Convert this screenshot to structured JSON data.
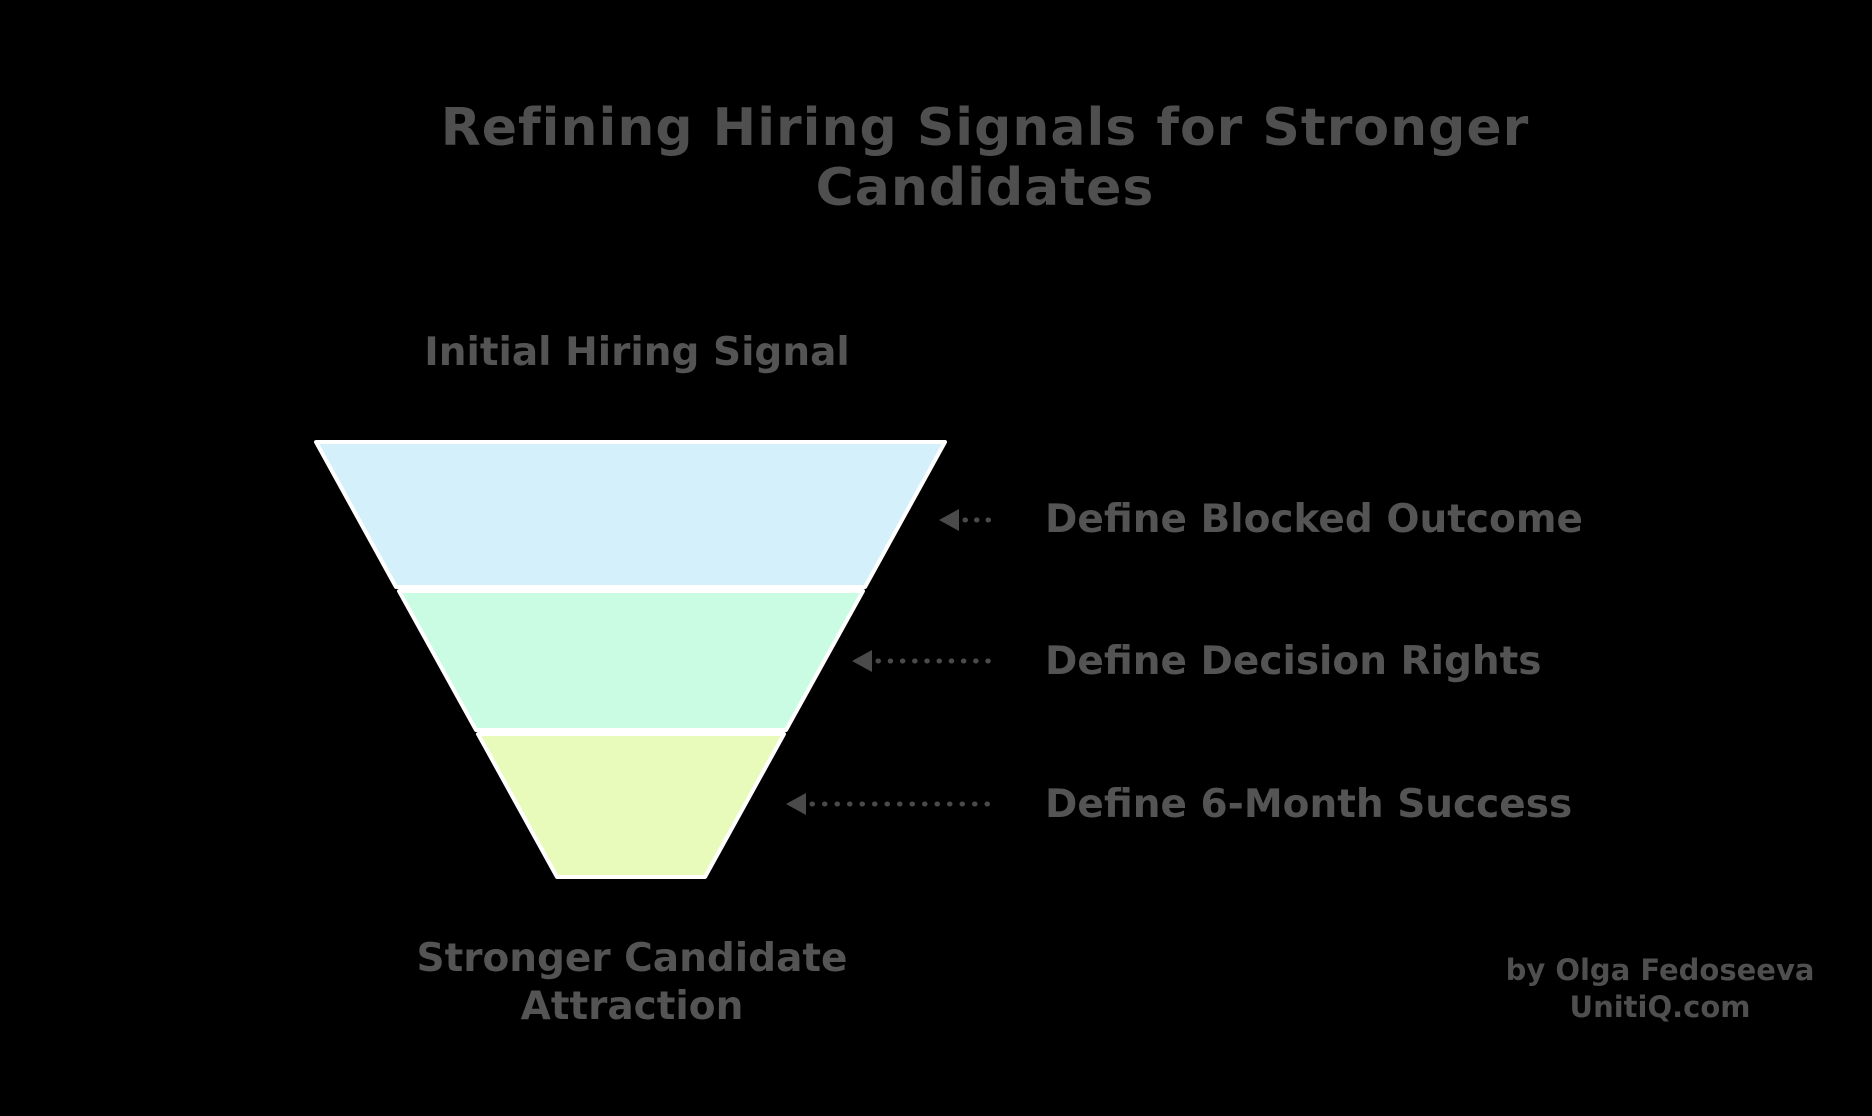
{
  "title": "Refining Hiring Signals for Stronger Candidates",
  "funnel": {
    "type": "funnel",
    "top_label": "Initial Hiring Signal",
    "bottom_label": {
      "line1": "Stronger Candidate",
      "line2": "Attraction"
    },
    "stages": [
      {
        "label": "Define Blocked Outcome",
        "color": "#d4f0fb"
      },
      {
        "label": "Define Decision Rights",
        "color": "#c9fce2"
      },
      {
        "label": "Define 6-Month Success",
        "color": "#e8fbba"
      }
    ]
  },
  "credit": {
    "line1": "by Olga Fedoseeva",
    "line2": "UnitiQ.com"
  },
  "colors": {
    "background": "#000000",
    "title_text": "#4f4f4f",
    "label_text": "#545454",
    "arrow": "#4a4a4a",
    "stage_border": "#ffffff"
  }
}
